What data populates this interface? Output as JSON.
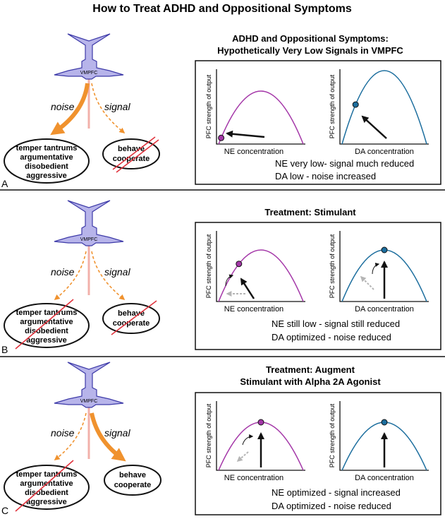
{
  "title": "How to Treat ADHD and Oppositional Symptoms",
  "colors": {
    "neuron_fill": "#b7b4ea",
    "neuron_stroke": "#3d3aa8",
    "noise_arrow": "#f0922e",
    "signal_arrow": "#f0922e",
    "axon": "#f2b0aa",
    "ne_curve": "#a437a8",
    "da_curve": "#1c6e9e",
    "ne_dot": "#a437a8",
    "da_dot": "#1c6e9e",
    "strike": "#e0303a",
    "gray_arrow": "#b5b5b5"
  },
  "panels": [
    {
      "letter": "A",
      "neuron_label": "VMPFC",
      "noise_label": "noise",
      "signal_label": "signal",
      "noise_strong": true,
      "signal_strong": false,
      "bad_lines": [
        "temper tantrums",
        "argumentative",
        "disobedient",
        "aggressive"
      ],
      "good_lines": [
        "behave",
        "cooperate"
      ],
      "bad_struck": false,
      "good_struck": true,
      "title_lines": [
        "ADHD and Oppositional Symptoms:",
        "Hypothetically Very Low Signals in VMPFC"
      ],
      "ne_graph": {
        "ylabel": "PFC strength of output",
        "xlabel": "NE concentration",
        "dot_position": 0.03
      },
      "da_graph": {
        "ylabel": "PFC strength of output",
        "xlabel": "DA concentration",
        "dot_position": 0.16
      },
      "notes": [
        "NE very low- signal much reduced",
        "DA low - noise increased"
      ]
    },
    {
      "letter": "B",
      "neuron_label": "VMPFC",
      "noise_label": "noise",
      "signal_label": "signal",
      "noise_strong": false,
      "signal_strong": false,
      "bad_lines": [
        "temper tantrums",
        "argumentative",
        "disobedient",
        "aggressive"
      ],
      "good_lines": [
        "behave",
        "cooperate"
      ],
      "bad_struck": true,
      "good_struck": true,
      "title_lines": [
        "Treatment: Stimulant"
      ],
      "ne_graph": {
        "ylabel": "PFC strength of output",
        "xlabel": "NE concentration",
        "dot_position": 0.24
      },
      "da_graph": {
        "ylabel": "PFC strength of output",
        "xlabel": "DA concentration",
        "dot_position": 0.5
      },
      "notes": [
        "NE still low - signal still reduced",
        "DA optimized - noise reduced"
      ]
    },
    {
      "letter": "C",
      "neuron_label": "VMPFC",
      "noise_label": "noise",
      "signal_label": "signal",
      "noise_strong": false,
      "signal_strong": true,
      "bad_lines": [
        "temper tantrums",
        "argumentative",
        "disobedient",
        "aggressive"
      ],
      "good_lines": [
        "behave",
        "cooperate"
      ],
      "bad_struck": true,
      "good_struck": false,
      "title_lines": [
        "Treatment: Augment",
        "Stimulant with Alpha 2A Agonist"
      ],
      "ne_graph": {
        "ylabel": "PFC strength of output",
        "xlabel": "NE concentration",
        "dot_position": 0.5
      },
      "da_graph": {
        "ylabel": "PFC strength of output",
        "xlabel": "DA concentration",
        "dot_position": 0.5
      },
      "notes": [
        "NE optimized - signal increased",
        "DA optimized - noise reduced"
      ]
    }
  ]
}
